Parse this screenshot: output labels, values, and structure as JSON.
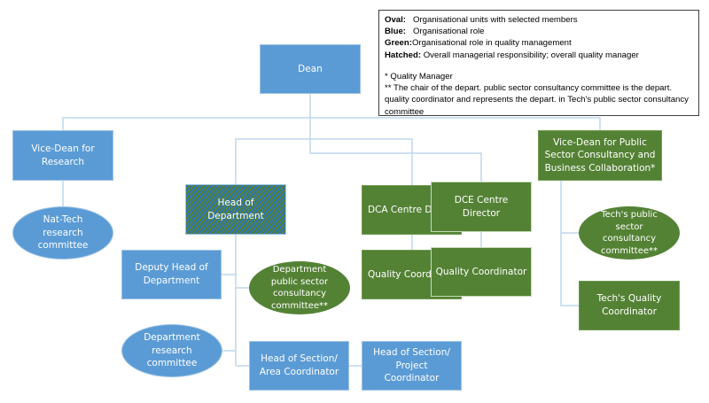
{
  "title": "Faculty organisational chart for quality management",
  "colors": {
    "role_blue": "#5b9bd5",
    "quality_green": "#548235",
    "connector": "#bdd7ee"
  },
  "legend": {
    "items": [
      {
        "key": "Oval:",
        "text": "Organisational units with selected members"
      },
      {
        "key": "Blue:",
        "text": "Organisational role"
      },
      {
        "key": "Green:",
        "text": "Organisational role in quality management"
      },
      {
        "key": "Hatched:",
        "text": "Overall managerial responsibility; overall quality manager"
      }
    ],
    "notes": [
      "* Quality Manager",
      "** The chair of the depart. public sector consultancy committee is the depart. quality coordinator and represents the depart. in Tech's public sector consultancy committee"
    ]
  },
  "nodes": {
    "dean": "Dean",
    "vice_dean_research": "Vice-Dean for Research",
    "nat_tech_committee": "Nat-Tech research committee",
    "head_of_department": "Head of Department",
    "deputy_head": "Deputy Head of Department",
    "dept_psc_committee": "Department public sector consultancy committee**",
    "dept_research_committee": "Department research committee",
    "head_section_area": "Head of Section/ Area Coordinator",
    "head_section_project": "Head of Section/ Project Coordinator",
    "dca_director": "DCA Centre Director",
    "dca_quality": "Quality Coordinator",
    "dce_director": "DCE Centre Director",
    "dce_quality": "Quality Coordinator",
    "vice_dean_psc": "Vice-Dean for Public Sector Consultancy and Business Collaboration*",
    "tech_psc_committee": "Tech's public sector consultancy committee**",
    "tech_quality": "Tech's Quality Coordinator"
  }
}
